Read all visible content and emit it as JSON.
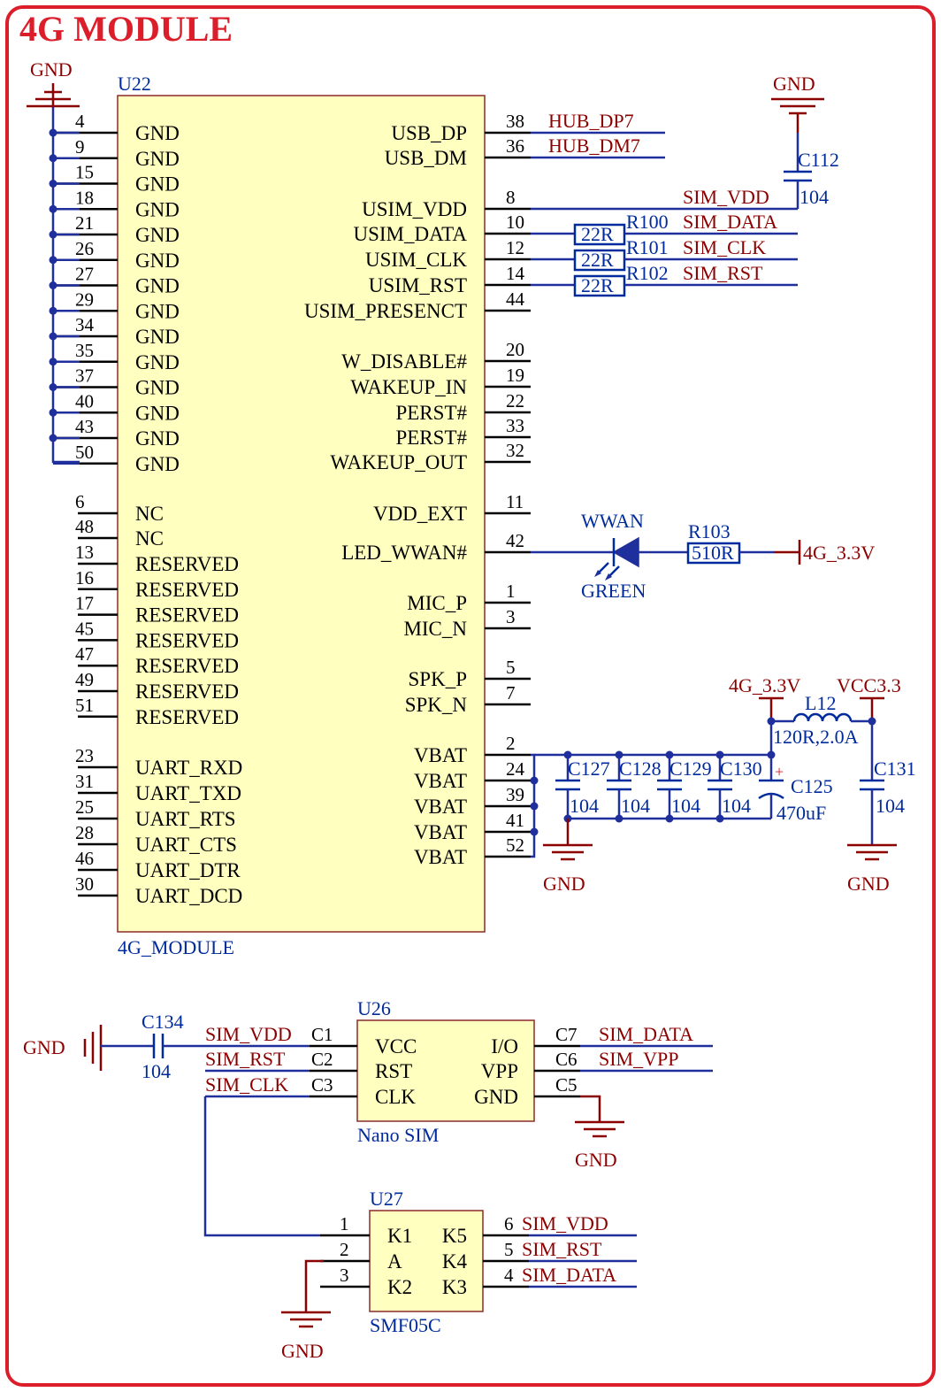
{
  "title": "4G MODULE",
  "gnd_label": "GND",
  "u22": {
    "ref": "U22",
    "name": "4G_MODULE",
    "left_pins": [
      {
        "num": "4",
        "name": "GND"
      },
      {
        "num": "9",
        "name": "GND"
      },
      {
        "num": "15",
        "name": "GND"
      },
      {
        "num": "18",
        "name": "GND"
      },
      {
        "num": "21",
        "name": "GND"
      },
      {
        "num": "26",
        "name": "GND"
      },
      {
        "num": "27",
        "name": "GND"
      },
      {
        "num": "29",
        "name": "GND"
      },
      {
        "num": "34",
        "name": "GND"
      },
      {
        "num": "35",
        "name": "GND"
      },
      {
        "num": "37",
        "name": "GND"
      },
      {
        "num": "40",
        "name": "GND"
      },
      {
        "num": "43",
        "name": "GND"
      },
      {
        "num": "50",
        "name": "GND"
      },
      {
        "num": "6",
        "name": "NC"
      },
      {
        "num": "48",
        "name": "NC"
      },
      {
        "num": "13",
        "name": "RESERVED"
      },
      {
        "num": "16",
        "name": "RESERVED"
      },
      {
        "num": "17",
        "name": "RESERVED"
      },
      {
        "num": "45",
        "name": "RESERVED"
      },
      {
        "num": "47",
        "name": "RESERVED"
      },
      {
        "num": "49",
        "name": "RESERVED"
      },
      {
        "num": "51",
        "name": "RESERVED"
      },
      {
        "num": "23",
        "name": "UART_RXD"
      },
      {
        "num": "31",
        "name": "UART_TXD"
      },
      {
        "num": "25",
        "name": "UART_RTS"
      },
      {
        "num": "28",
        "name": "UART_CTS"
      },
      {
        "num": "46",
        "name": "UART_DTR"
      },
      {
        "num": "30",
        "name": "UART_DCD"
      }
    ],
    "right_pins": [
      {
        "num": "38",
        "name": "USB_DP"
      },
      {
        "num": "36",
        "name": "USB_DM"
      },
      {
        "num": "8",
        "name": "USIM_VDD"
      },
      {
        "num": "10",
        "name": "USIM_DATA"
      },
      {
        "num": "12",
        "name": "USIM_CLK"
      },
      {
        "num": "14",
        "name": "USIM_RST"
      },
      {
        "num": "44",
        "name": "USIM_PRESENCT"
      },
      {
        "num": "20",
        "name": "W_DISABLE#"
      },
      {
        "num": "19",
        "name": "WAKEUP_IN"
      },
      {
        "num": "22",
        "name": "PERST#"
      },
      {
        "num": "33",
        "name": "PERST#"
      },
      {
        "num": "32",
        "name": "WAKEUP_OUT"
      },
      {
        "num": "11",
        "name": "VDD_EXT"
      },
      {
        "num": "42",
        "name": "LED_WWAN#"
      },
      {
        "num": "1",
        "name": "MIC_P"
      },
      {
        "num": "3",
        "name": "MIC_N"
      },
      {
        "num": "5",
        "name": "SPK_P"
      },
      {
        "num": "7",
        "name": "SPK_N"
      },
      {
        "num": "2",
        "name": "VBAT"
      },
      {
        "num": "24",
        "name": "VBAT"
      },
      {
        "num": "39",
        "name": "VBAT"
      },
      {
        "num": "41",
        "name": "VBAT"
      },
      {
        "num": "52",
        "name": "VBAT"
      }
    ]
  },
  "nets": {
    "hub_dp7": "HUB_DP7",
    "hub_dm7": "HUB_DM7",
    "sim_vdd": "SIM_VDD",
    "sim_data": "SIM_DATA",
    "sim_clk": "SIM_CLK",
    "sim_rst": "SIM_RST",
    "sim_vpp": "SIM_VPP",
    "p4g_33v": "4G_3.3V",
    "vcc33": "VCC3.3"
  },
  "c112": {
    "ref": "C112",
    "value": "104"
  },
  "r100": {
    "ref": "R100",
    "value": "22R"
  },
  "r101": {
    "ref": "R101",
    "value": "22R"
  },
  "r102": {
    "ref": "R102",
    "value": "22R"
  },
  "led": {
    "name": "WWAN",
    "color": "GREEN"
  },
  "r103": {
    "ref": "R103",
    "value": "510R"
  },
  "l12": {
    "ref": "L12",
    "value": "120R,2.0A"
  },
  "caps": [
    {
      "ref": "C127",
      "value": "104"
    },
    {
      "ref": "C128",
      "value": "104"
    },
    {
      "ref": "C129",
      "value": "104"
    },
    {
      "ref": "C130",
      "value": "104"
    }
  ],
  "c125": {
    "ref": "C125",
    "value": "470uF",
    "polarity": "+"
  },
  "c131": {
    "ref": "C131",
    "value": "104"
  },
  "c134": {
    "ref": "C134",
    "value": "104"
  },
  "u26": {
    "ref": "U26",
    "name": "Nano SIM",
    "pins": [
      {
        "num": "C1",
        "name": "VCC"
      },
      {
        "num": "C2",
        "name": "RST"
      },
      {
        "num": "C3",
        "name": "CLK"
      },
      {
        "num": "C7",
        "name": "I/O"
      },
      {
        "num": "C6",
        "name": "VPP"
      },
      {
        "num": "C5",
        "name": "GND"
      }
    ]
  },
  "u27": {
    "ref": "U27",
    "name": "SMF05C",
    "pins": [
      {
        "num": "1",
        "name": "K1"
      },
      {
        "num": "2",
        "name": "A"
      },
      {
        "num": "3",
        "name": "K2"
      },
      {
        "num": "6",
        "name": "K5"
      },
      {
        "num": "5",
        "name": "K4"
      },
      {
        "num": "4",
        "name": "K3"
      }
    ]
  },
  "colors": {
    "title": "#dc1e2b",
    "border": "#dc1e2b",
    "wire": "#1f2f9c",
    "part": "#002b9c",
    "net": "#8b0000",
    "chip_fill": "#ffffc0"
  }
}
